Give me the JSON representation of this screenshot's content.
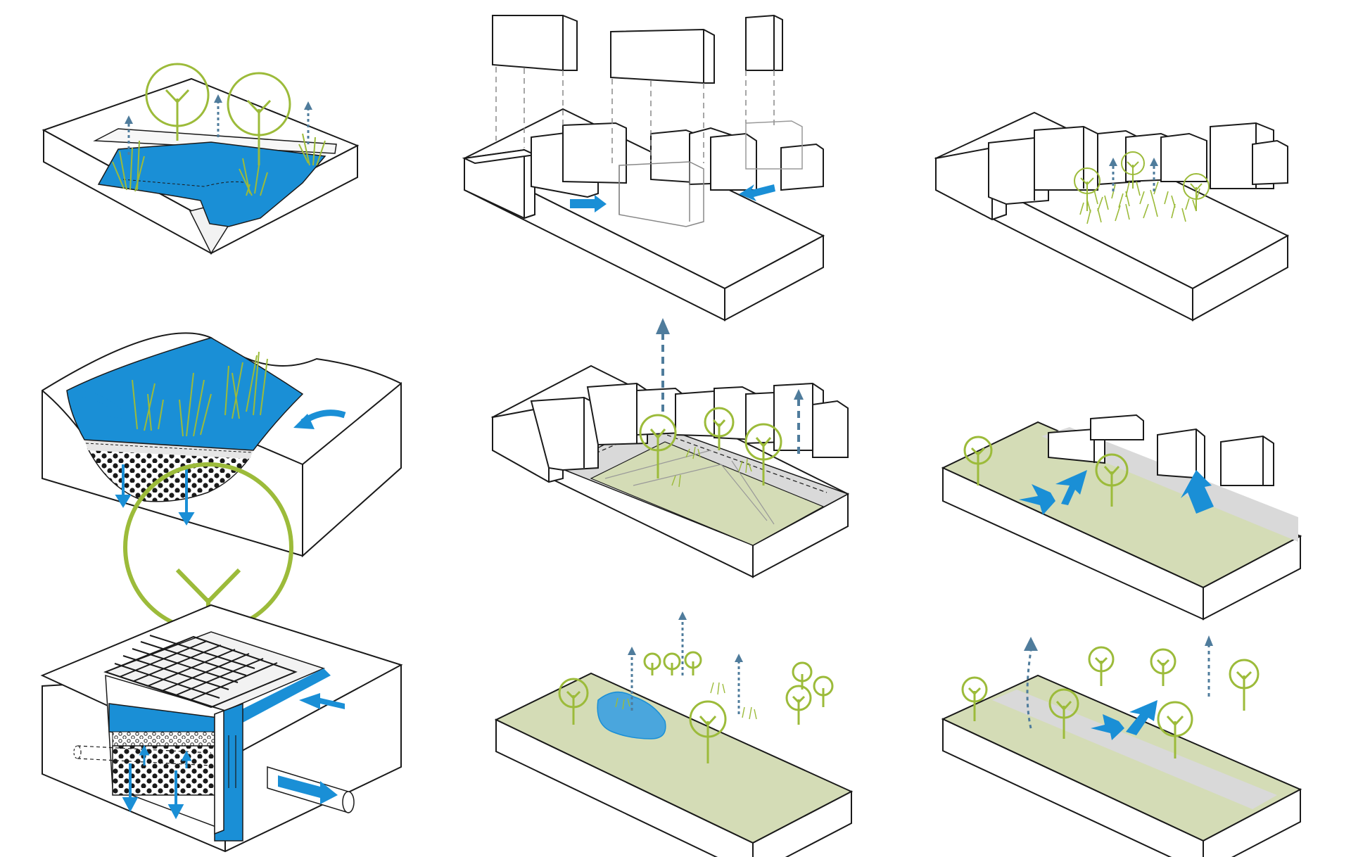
{
  "diagram": {
    "description_hidden": "",
    "colors": {
      "water": "#1a8fd6",
      "water_light": "#4aa6dd",
      "vegetation": "#9cbb3a",
      "grass_fill": "#d4dcb6",
      "grass_fill_dark": "#bccb95",
      "paving": "#d9d9d9",
      "arrow_blue": "#1a8fd6",
      "evaporation_arrow": "#4f7c9c",
      "outline": "#1a1a1a",
      "block_side": "#ffffff",
      "gravel": "#1a1a1a"
    },
    "panels": [
      {
        "id": "wetland-pond",
        "icon": "wetland-pond-icon"
      },
      {
        "id": "building-removal",
        "icon": "building-removal-icon"
      },
      {
        "id": "courtyard-greening",
        "icon": "courtyard-greening-icon"
      },
      {
        "id": "bioswale",
        "icon": "bioswale-icon"
      },
      {
        "id": "green-street",
        "icon": "green-street-icon"
      },
      {
        "id": "green-plaza",
        "icon": "green-plaza-icon"
      },
      {
        "id": "tree-pit-storage",
        "icon": "tree-pit-storage-icon"
      },
      {
        "id": "park-pond",
        "icon": "park-pond-icon"
      },
      {
        "id": "green-corridor",
        "icon": "green-corridor-icon"
      }
    ]
  }
}
